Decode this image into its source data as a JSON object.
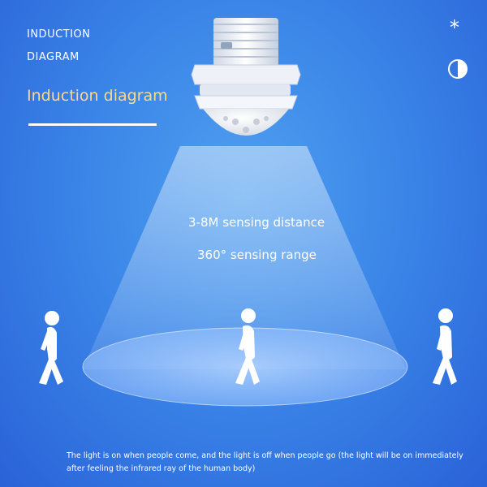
{
  "header": {
    "line1": "INDUCTION",
    "line2": "DIAGRAM",
    "subtitle": "Induction diagram"
  },
  "sensing": {
    "distance": "3-8M sensing distance",
    "range": "360° sensing range"
  },
  "caption": "The light is on when people come, and the light is off when people go (the light will be on immediately after feeling the infrared ray of the human body)",
  "icons": {
    "top_right": "asterisk-icon",
    "contrast": "half-circle-icon",
    "sensor": "pir-sensor-icon",
    "person": "walking-person-icon"
  },
  "colors": {
    "background": "#3b86e8",
    "subtitle": "#ffd98a",
    "text": "#ffffff"
  }
}
